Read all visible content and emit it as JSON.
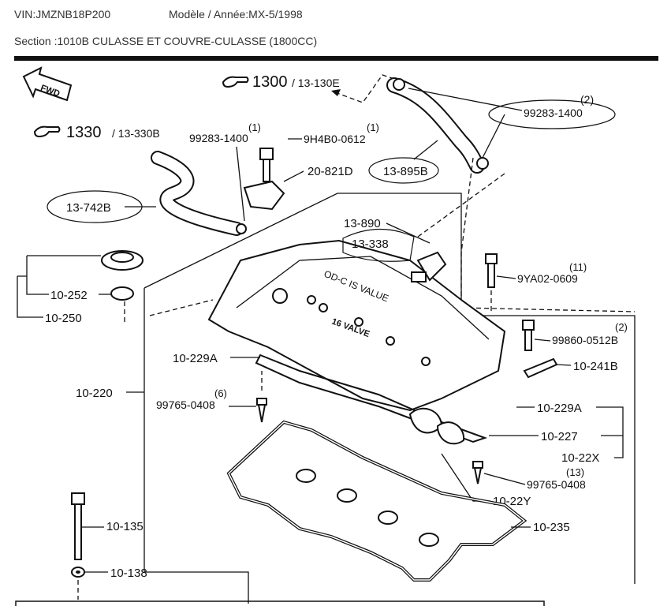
{
  "header": {
    "vin": "VIN:JMZNB18P200",
    "model": "Modèle / Année:MX-5/1998",
    "section": "Section :1010B  CULASSE ET COUVRE-CULASSE (1800CC)"
  },
  "diagram": {
    "fwd": "FWD",
    "refs": {
      "r1300": "1300",
      "r1300b": "/ 13-130E",
      "r1330": "1330",
      "r1330b": "/ 13-330B"
    },
    "labels": {
      "p99283_q": "(2)",
      "p99283": "99283-1400",
      "p99283b_q": "(1)",
      "p99283b": "99283-1400",
      "p9h4b0_q": "(1)",
      "p9h4b0": "9H4B0-0612",
      "p13895": "13-895B",
      "p20821": "20-821D",
      "p13742": "13-742B",
      "p13890": "13-890",
      "p13338": "13-338",
      "p9ya02_q": "(11)",
      "p9ya02": "9YA02-0609",
      "p10252": "10-252",
      "p10250": "10-250",
      "p99860_q": "(2)",
      "p99860": "99860-0512B",
      "p10229a_l": "10-229A",
      "p10241b": "10-241B",
      "p10220": "10-220",
      "p99765a_q": "(6)",
      "p99765a": "99765-0408",
      "p10229a_r": "10-229A",
      "p10227": "10-227",
      "p1022x": "10-22X",
      "p99765b_q": "(13)",
      "p99765b": "99765-0408",
      "p1022y": "10-22Y",
      "p10135": "10-135",
      "p10235": "10-235",
      "p10138": "10-138",
      "cover_text1": "OD-C IS VALUE",
      "cover_text2": "16 VALVE"
    }
  }
}
